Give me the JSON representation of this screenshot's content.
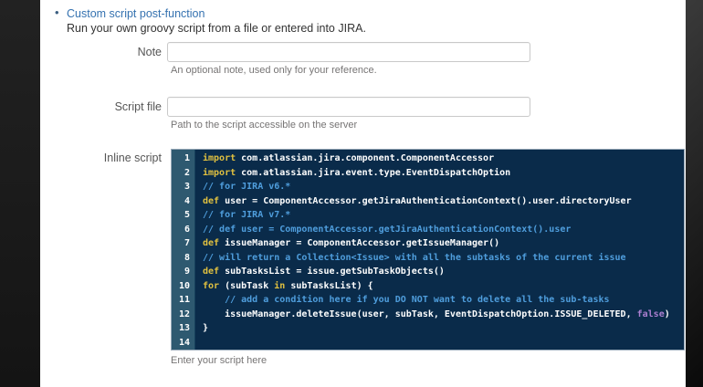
{
  "page": {
    "bullet": "•",
    "link_label": "Custom script post-function",
    "description": "Run your own groovy script from a file or entered into JIRA."
  },
  "form": {
    "note": {
      "label": "Note",
      "value": "",
      "hint": "An optional note, used only for your reference."
    },
    "script_file": {
      "label": "Script file",
      "value": "",
      "hint": "Path to the script accessible on the server"
    },
    "inline_script": {
      "label": "Inline script",
      "hint": "Enter your script here"
    }
  },
  "colors": {
    "link": "#3572b0",
    "editor_background": "#0a2b4a",
    "gutter_background": "#2e5970",
    "syntax": {
      "kw": "#e0c040",
      "pl": "#ffffff",
      "cm": "#4f9edd",
      "atom": "#ab7fd0"
    }
  },
  "editor": {
    "lines": [
      {
        "n": "1",
        "segs": [
          [
            "kw",
            "import"
          ],
          [
            "pl",
            " com.atlassian.jira.component.ComponentAccessor"
          ]
        ]
      },
      {
        "n": "2",
        "segs": [
          [
            "kw",
            "import"
          ],
          [
            "pl",
            " com.atlassian.jira.event.type.EventDispatchOption"
          ]
        ]
      },
      {
        "n": "3",
        "segs": [
          [
            "cm",
            "// for JIRA v6.*"
          ]
        ]
      },
      {
        "n": "4",
        "segs": [
          [
            "kw",
            "def"
          ],
          [
            "pl",
            " user = ComponentAccessor.getJiraAuthenticationContext().user.directoryUser"
          ]
        ]
      },
      {
        "n": "5",
        "segs": [
          [
            "cm",
            "// for JIRA v7.*"
          ]
        ]
      },
      {
        "n": "6",
        "segs": [
          [
            "cm",
            "// def user = ComponentAccessor.getJiraAuthenticationContext().user"
          ]
        ]
      },
      {
        "n": "7",
        "segs": [
          [
            "kw",
            "def"
          ],
          [
            "pl",
            " issueManager = ComponentAccessor.getIssueManager()"
          ]
        ]
      },
      {
        "n": "8",
        "segs": [
          [
            "cm",
            "// will return a Collection<Issue> with all the subtasks of the current issue"
          ]
        ]
      },
      {
        "n": "9",
        "segs": [
          [
            "kw",
            "def"
          ],
          [
            "pl",
            " subTasksList = issue.getSubTaskObjects()"
          ]
        ]
      },
      {
        "n": "10",
        "segs": [
          [
            "kw",
            "for"
          ],
          [
            "pl",
            " (subTask "
          ],
          [
            "kw",
            "in"
          ],
          [
            "pl",
            " subTasksList) {"
          ]
        ]
      },
      {
        "n": "11",
        "segs": [
          [
            "cm",
            "    // add a condition here if you DO NOT want to delete all the sub-tasks"
          ]
        ]
      },
      {
        "n": "12",
        "segs": [
          [
            "pl",
            "    issueManager.deleteIssue(user, subTask, EventDispatchOption.ISSUE_DELETED, "
          ],
          [
            "atom",
            "false"
          ],
          [
            "pl",
            ")"
          ]
        ]
      },
      {
        "n": "13",
        "segs": [
          [
            "pl",
            "}"
          ]
        ]
      },
      {
        "n": "14",
        "segs": []
      }
    ]
  }
}
